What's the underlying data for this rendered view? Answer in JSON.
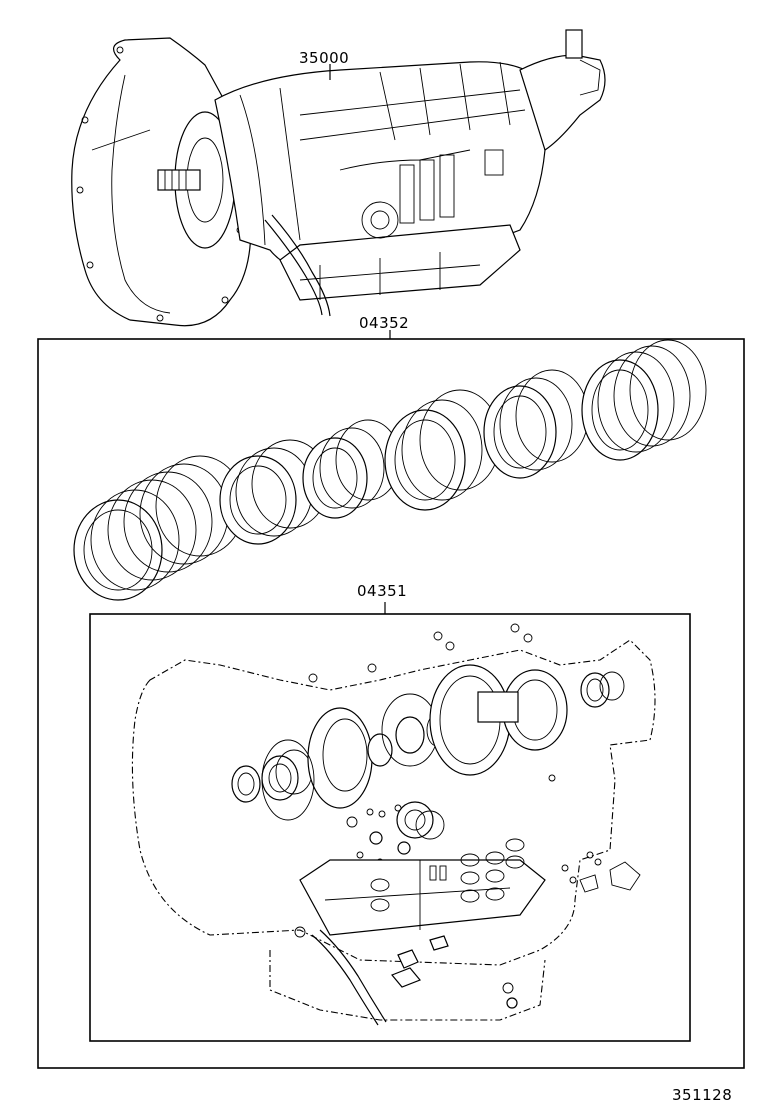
{
  "diagram": {
    "callouts": {
      "assembly": "35000",
      "overhaul_kit": "04352",
      "gasket_kit": "04351"
    },
    "figure_number": "351128"
  }
}
